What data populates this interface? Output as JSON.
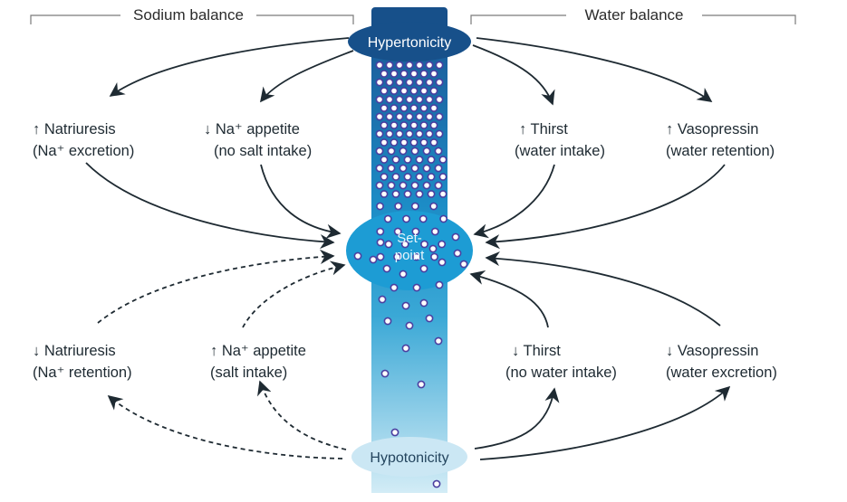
{
  "headers": {
    "sodium": "Sodium balance",
    "water": "Water balance"
  },
  "nodes": {
    "hypertonicity": "Hypertonicity",
    "setpoint_line1": "Set-",
    "setpoint_line2": "point",
    "hypotonicity": "Hypotonicity"
  },
  "labels": {
    "up_natriuresis": {
      "line1": "↑ Natriuresis",
      "line2": "(Na⁺ excretion)"
    },
    "down_na_appetite": {
      "line1": "↓ Na⁺ appetite",
      "line2": "(no salt intake)"
    },
    "up_thirst": {
      "line1": "↑ Thirst",
      "line2": "(water intake)"
    },
    "up_vasopressin": {
      "line1": "↑ Vasopressin",
      "line2": "(water retention)"
    },
    "down_natriuresis": {
      "line1": "↓ Natriuresis",
      "line2": "(Na⁺ retention)"
    },
    "up_na_appetite": {
      "line1": "↑ Na⁺ appetite",
      "line2": "(salt intake)"
    },
    "down_thirst": {
      "line1": "↓ Thirst",
      "line2": "(no water intake)"
    },
    "down_vasopressin": {
      "line1": "↓ Vasopressin",
      "line2": "(water excretion)"
    }
  },
  "colors": {
    "dark_blue": "#17508a",
    "mid_blue": "#1d8fc8",
    "light_blue": "#c9e6f3",
    "arrow": "#1e2a32",
    "particle_fill": "#ffffff",
    "particle_stroke": "#4b3fa0"
  }
}
